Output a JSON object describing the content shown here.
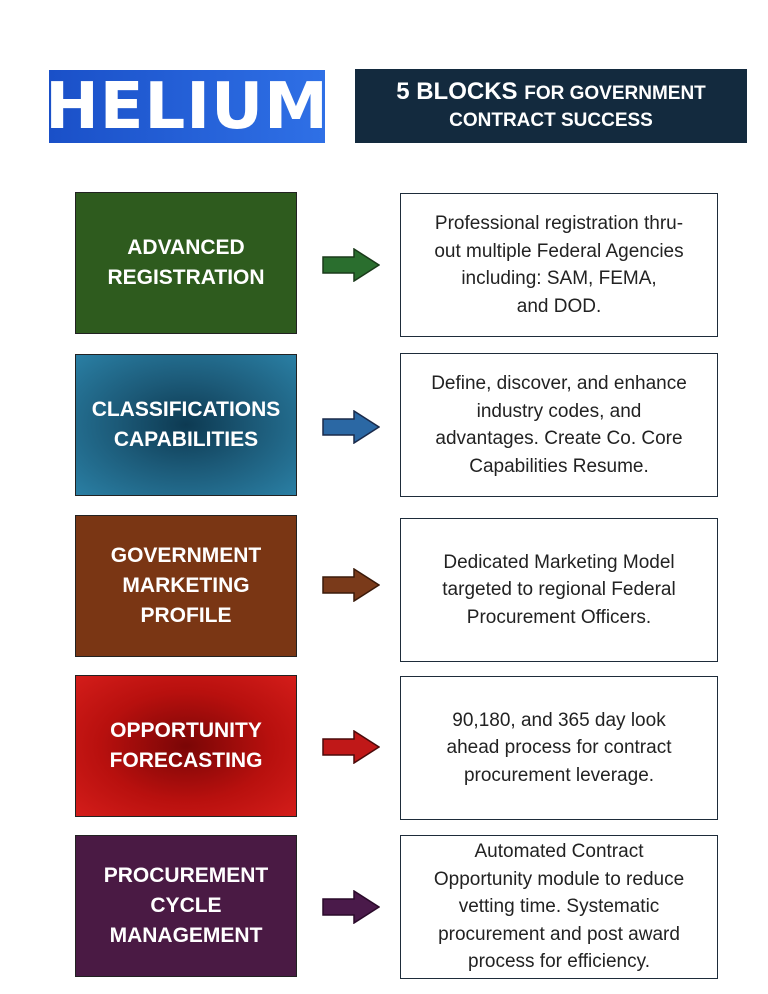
{
  "logo": {
    "text": "HELIUM"
  },
  "title": {
    "number": "5 BLOCKS",
    "rest": "FOR GOVERNMENT",
    "line2": "CONTRACT SUCCESS"
  },
  "blocks": [
    {
      "label": "ADVANCED\nREGISTRATION",
      "description": "Professional registration thru-\nout multiple Federal Agencies\nincluding: SAM, FEMA,\nand  DOD.",
      "color": "#2e5b1e",
      "arrow_color": "#2a6e2e"
    },
    {
      "label": "CLASSIFICATIONS\nCAPABILITIES",
      "description": "Define, discover, and enhance\nindustry codes, and\nadvantages. Create Co. Core\nCapabilities Resume.",
      "color": "#1c5a78",
      "arrow_color": "#2b68a4"
    },
    {
      "label": "GOVERNMENT\nMARKETING\nPROFILE",
      "description": "Dedicated Marketing Model\ntargeted to regional Federal\nProcurement Officers.",
      "color": "#7a3614",
      "arrow_color": "#7a3a1a"
    },
    {
      "label": "OPPORTUNITY\nFORECASTING",
      "description": "90,180, and 365 day look\nahead process for contract\nprocurement leverage.",
      "color": "#b8100e",
      "arrow_color": "#c01818"
    },
    {
      "label": "PROCUREMENT\nCYCLE\nMANAGEMENT",
      "description": "Automated Contract\nOpportunity module to reduce\nvetting  time. Systematic\nprocurement and post award\nprocess for efficiency.",
      "color": "#4a1a44",
      "arrow_color": "#4a1a4a"
    }
  ]
}
